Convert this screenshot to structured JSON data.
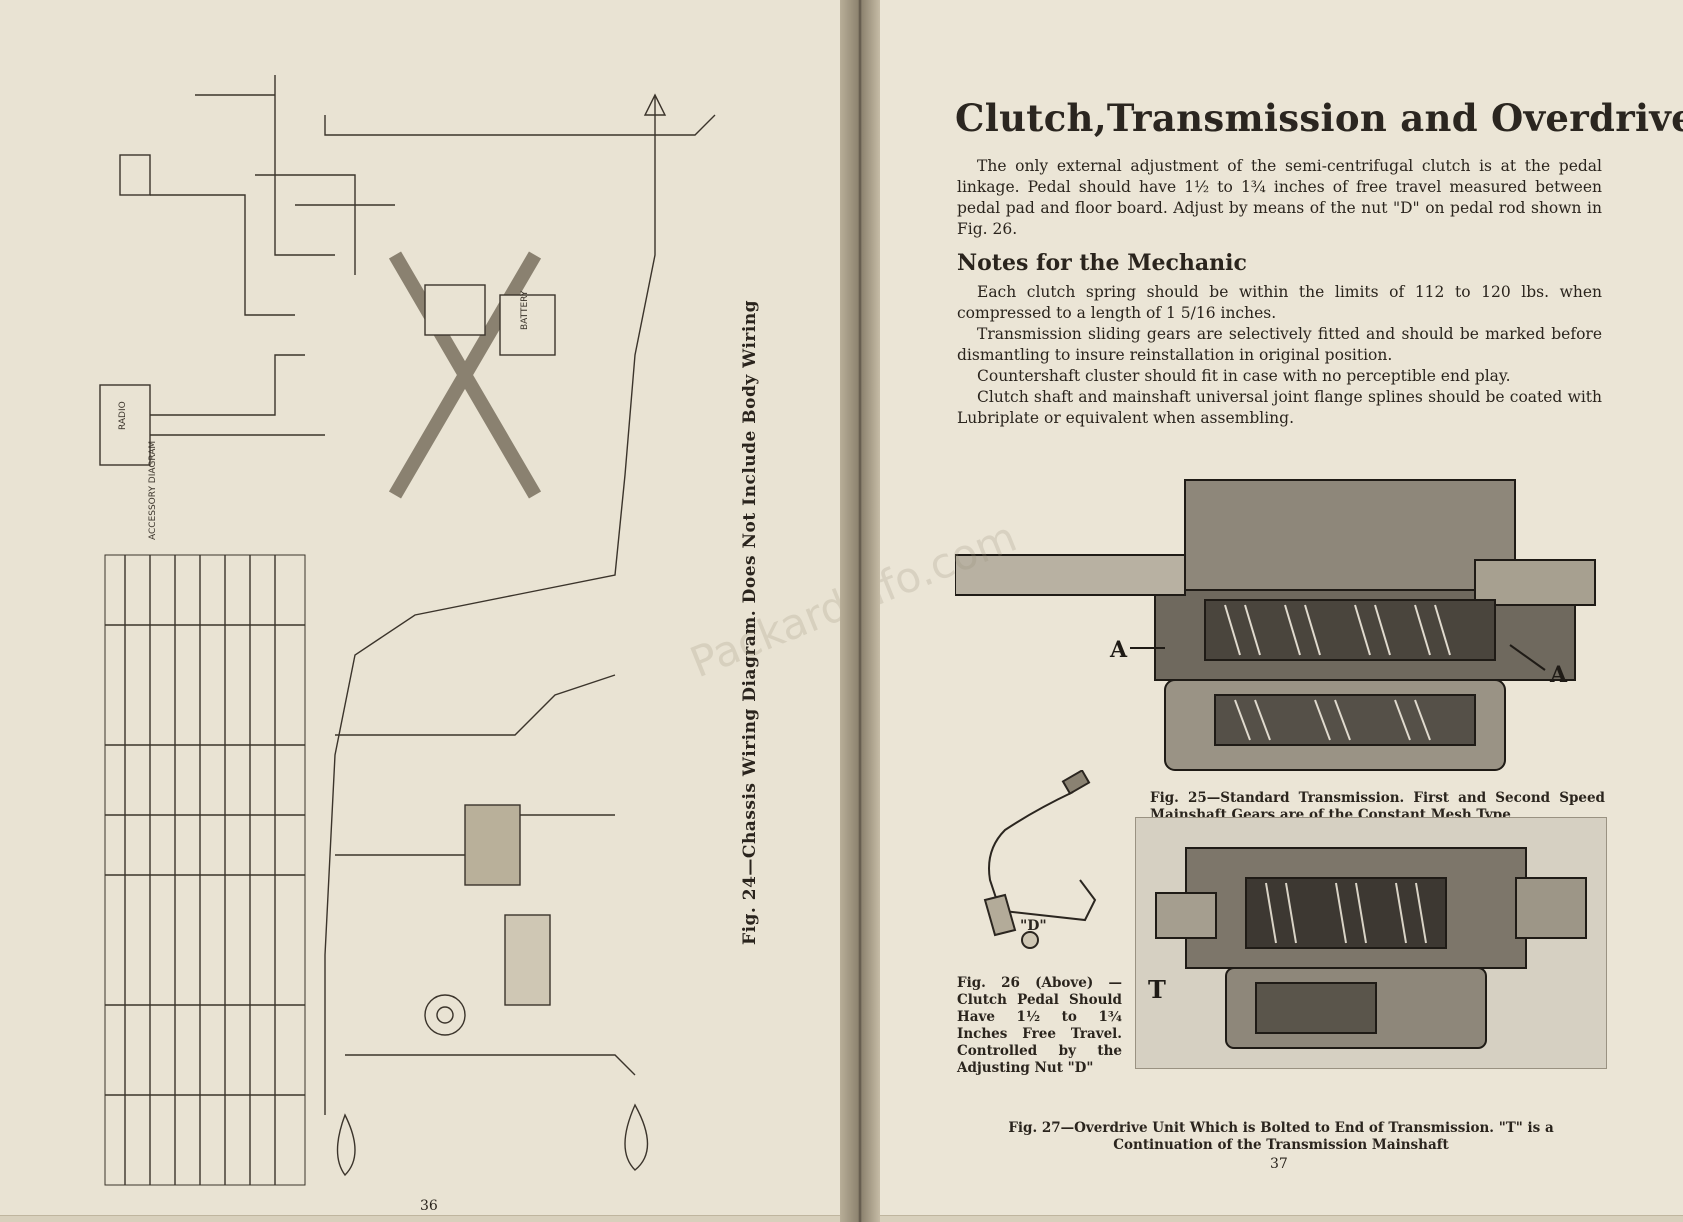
{
  "left_page": {
    "figure_caption": "Fig. 24—Chassis Wiring Diagram. Does Not Include Body Wiring",
    "accessory_label": "ACCESSORY DIAGRAM",
    "battery_label": "BATTERY",
    "radio_label": "RADIO",
    "page_number": "36"
  },
  "right_page": {
    "title": "Clutch,Transmission and Overdrive",
    "intro": "The only external adjustment of the semi-centrifugal clutch is at the pedal linkage. Pedal should have 1½ to 1¾ inches of free travel measured between pedal pad and floor board. Adjust by means of the nut \"D\" on pedal rod shown in Fig. 26.",
    "notes_heading": "Notes for the Mechanic",
    "notes": [
      "Each clutch spring should be within the limits of 112 to 120 lbs. when compressed to a length of 1 5/16 inches.",
      "Transmission sliding gears are selectively fitted and should be marked before dismantling to insure reinstallation in original position.",
      "Countershaft cluster should fit in case with no perceptible end play.",
      "Clutch shaft and mainshaft universal joint flange splines should be coated with Lubriplate or equivalent when assembling."
    ],
    "fig25_label_a": "A",
    "fig25_caption": "Fig. 25—Standard Transmission. First and Second Speed Mainshaft Gears are of the Constant Mesh Type",
    "fig26_label_d": "\"D\"",
    "fig26_caption": "Fig. 26 (Above) — Clutch Pedal Should Have 1½ to 1¾ Inches Free Travel. Controlled by the Adjusting Nut \"D\"",
    "fig27_label_t": "T",
    "fig27_caption": "Fig. 27—Overdrive Unit Which is Bolted to End of Transmission. \"T\" is a Continuation of the Transmission Mainshaft",
    "page_number": "37",
    "watermark": "PackardInfo.com"
  }
}
